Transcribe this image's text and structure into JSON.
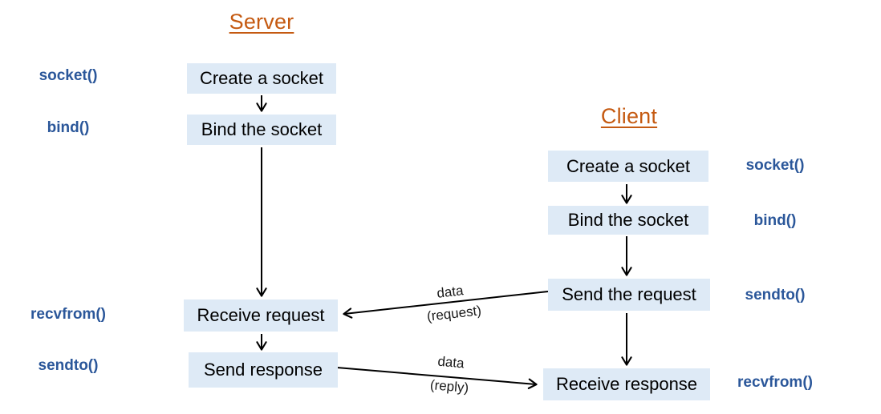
{
  "server": {
    "title": "Server",
    "boxes": [
      {
        "label": "Create a socket"
      },
      {
        "label": "Bind the socket"
      },
      {
        "label": "Receive request"
      },
      {
        "label": "Send response"
      }
    ],
    "calls": [
      "socket()",
      "bind()",
      "recvfrom()",
      "sendto()"
    ]
  },
  "client": {
    "title": "Client",
    "boxes": [
      {
        "label": "Create a socket"
      },
      {
        "label": "Bind the socket"
      },
      {
        "label": "Send the request"
      },
      {
        "label": "Receive response"
      }
    ],
    "calls": [
      "socket()",
      "bind()",
      "sendto()",
      "recvfrom()"
    ]
  },
  "messages": {
    "request": {
      "line1": "data",
      "line2": "(request)"
    },
    "reply": {
      "line1": "data",
      "line2": "(reply)"
    }
  },
  "colors": {
    "heading": "#C55A11",
    "api_label": "#2B579A",
    "box_fill": "#DEEAF6",
    "arrow": "#000000"
  }
}
